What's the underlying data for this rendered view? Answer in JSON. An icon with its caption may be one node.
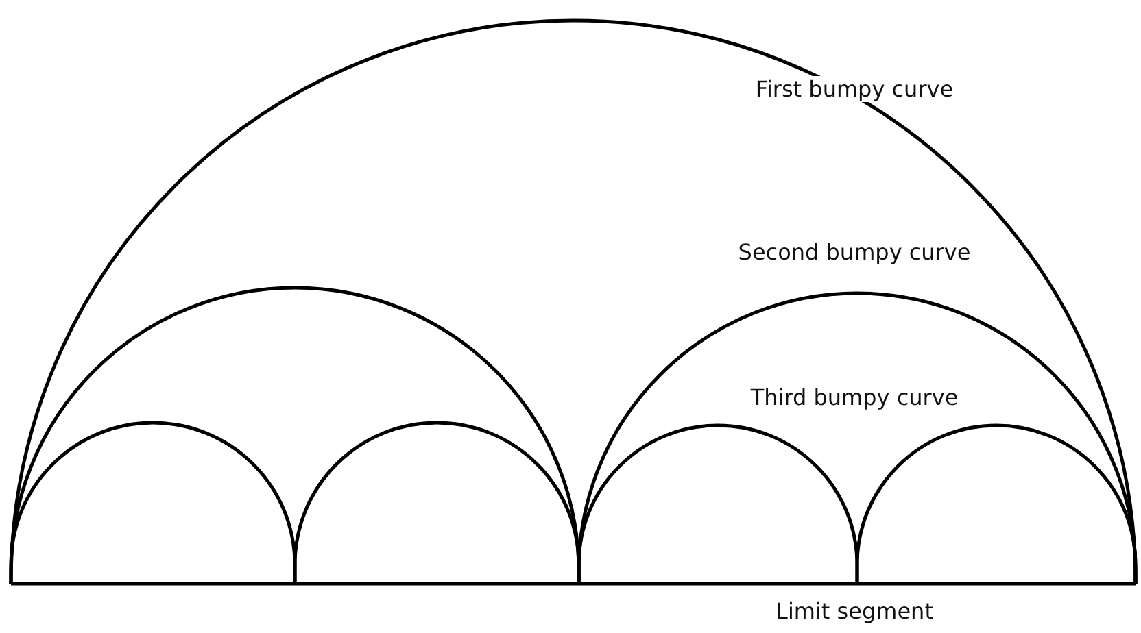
{
  "diagram": {
    "labels": [
      "First bumpy curve",
      "Second bumpy curve",
      "Third bumpy curve",
      "Limit segment"
    ]
  }
}
